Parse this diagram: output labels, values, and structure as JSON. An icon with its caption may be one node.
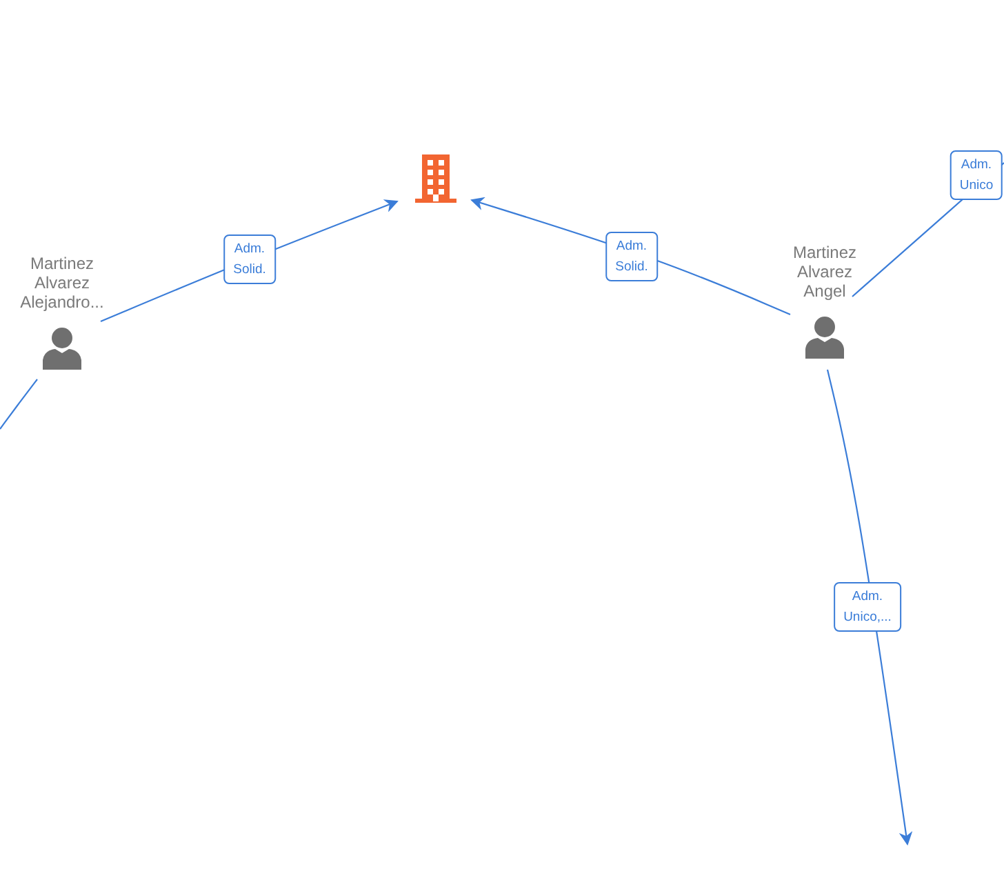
{
  "diagram": {
    "nodes": [
      {
        "text": [],
        "shape": "building"
      },
      {
        "text": [
          "Martinez Alvarez Alejandro..."
        ]
      },
      {
        "text": [
          "Martinez Alvarez Angel"
        ]
      }
    ],
    "edges": [
      {
        "from": 1,
        "to": 0,
        "arrow": "to",
        "label": "Adm. Solid."
      },
      {
        "from": 2,
        "to": 0,
        "arrow": "to",
        "label": "Adm. Solid."
      },
      {
        "from": 2,
        "to": null,
        "arrow": "none",
        "label": "Adm. Unico"
      },
      {
        "from": 2,
        "to": null,
        "arrow": "to",
        "label": "Adm. Unico,..."
      },
      {
        "from": 1,
        "to": null,
        "arrow": "none"
      }
    ]
  }
}
